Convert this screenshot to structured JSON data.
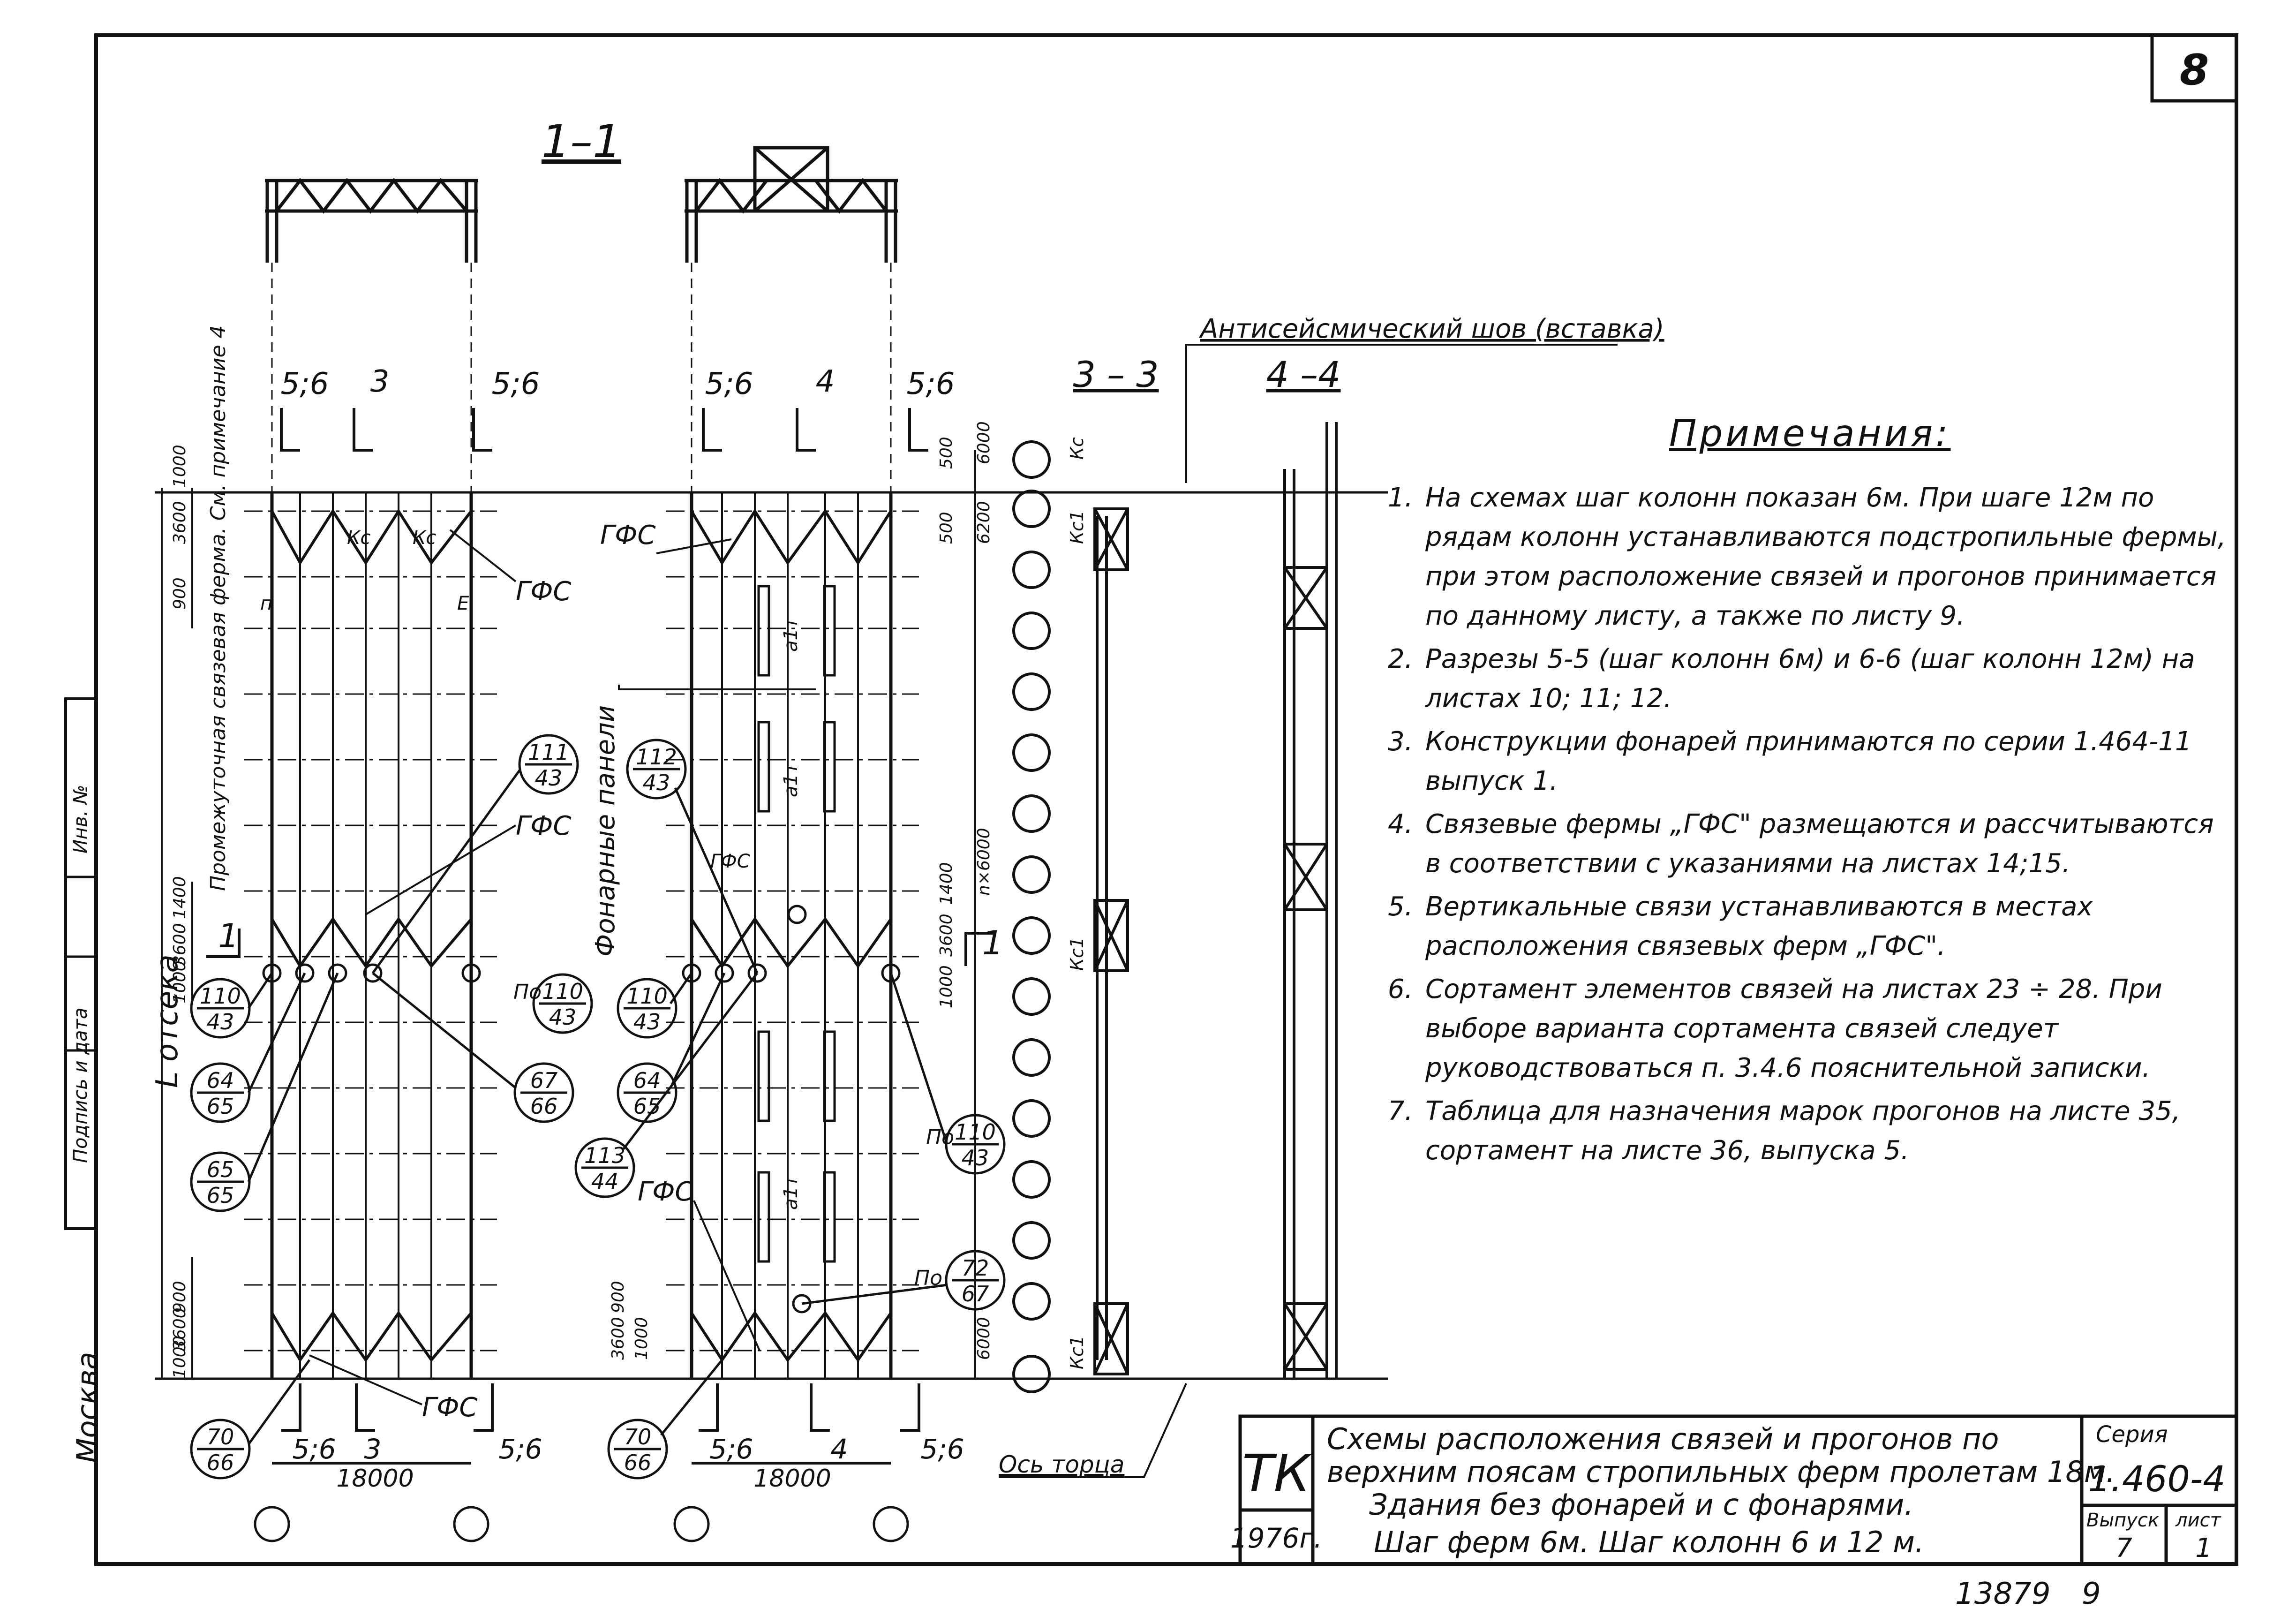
{
  "sheet": {
    "page_no": "8",
    "bottom_number": "13879",
    "bottom_page": "9",
    "city": "Москва",
    "stamp": "ТК",
    "year": "1976г."
  },
  "sections": {
    "s11": "1–1",
    "s33": "3 – 3",
    "s44": "4 –4",
    "seismic_joint": "Антисейсмический шов (вставка)",
    "end_axis": "Ось торца"
  },
  "left_scheme": {
    "cut_left": "5;6",
    "cut_mid": "3",
    "cut_right": "5;6",
    "span": "18000",
    "gfs": "ГФС",
    "compartment": "L отсека",
    "intermediate": "Промежуточная связевая ферма. См. примечание 4",
    "dims_top": [
      "1000",
      "3600",
      "900"
    ],
    "dims_mid": [
      "1400",
      "3600",
      "1000"
    ],
    "dims_bot": [
      "900",
      "3600",
      "1000"
    ],
    "callouts": [
      {
        "top": "110",
        "bot": "43"
      },
      {
        "top": "64",
        "bot": "65"
      },
      {
        "top": "65",
        "bot": "65"
      },
      {
        "top": "70",
        "bot": "66"
      },
      {
        "top": "111",
        "bot": "43"
      },
      {
        "top": "110",
        "bot": "43"
      },
      {
        "top": "67",
        "bot": "66"
      }
    ],
    "po": "По",
    "marks": [
      "п",
      "Кс",
      "Кс",
      "Е"
    ]
  },
  "right_scheme": {
    "cut_left": "5;6",
    "cut_mid": "4",
    "cut_right": "5;6",
    "span": "18000",
    "gfs": "ГФС",
    "lantern": "Фонарные панели",
    "dims_right": [
      "500",
      "6000",
      "500",
      "6200",
      "n×6000",
      "1400",
      "3600",
      "1000",
      "6000"
    ],
    "dims_left": [
      "900",
      "3600",
      "1000"
    ],
    "callouts": [
      {
        "top": "112",
        "bot": "43"
      },
      {
        "top": "110",
        "bot": "43"
      },
      {
        "top": "64",
        "bot": "65"
      },
      {
        "top": "113",
        "bot": "44"
      },
      {
        "top": "70",
        "bot": "66"
      },
      {
        "top": "110",
        "bot": "43"
      },
      {
        "top": "72",
        "bot": "67"
      }
    ],
    "po": "По",
    "marks": [
      "а1т",
      "а1т",
      "а1т"
    ]
  },
  "column_marks": [
    "Кс",
    "Кс1",
    "Кс1",
    "Кс1"
  ],
  "notes": {
    "title": "Примечания:",
    "items": [
      {
        "n": "1.",
        "text": "На схемах шаг колонн показан 6м. При шаге 12м по рядам колонн устанавливаются подстропильные фермы, при этом расположение связей и прогонов принимается по данному листу, а также по листу 9."
      },
      {
        "n": "2.",
        "text": "Разрезы 5-5 (шаг колонн 6м) и 6-6 (шаг колонн 12м) на листах 10; 11; 12."
      },
      {
        "n": "3.",
        "text": "Конструкции фонарей принимаются по серии 1.464-11 выпуск 1."
      },
      {
        "n": "4.",
        "text": "Связевые фермы „ГФС\" размещаются и рассчитываются в соответствии с указаниями на листах 14;15."
      },
      {
        "n": "5.",
        "text": "Вертикальные связи устанавливаются в местах расположения связевых ферм „ГФС\"."
      },
      {
        "n": "6.",
        "text": "Сортамент элементов связей на листах 23 ÷ 28. При выборе варианта сортамента связей следует руководствоваться п. 3.4.6 пояснительной записки."
      },
      {
        "n": "7.",
        "text": "Таблица для назначения марок прогонов на листе 35, сортамент на листе 36, выпуска 5."
      }
    ]
  },
  "title_block": {
    "line1": "Схемы расположения связей и прогонов по",
    "line2": "верхним поясам стропильных ферм пролетам 18м.",
    "line3": "Здания без фонарей и с фонарями.",
    "line4": "Шаг ферм 6м. Шаг колонн 6 и 12 м.",
    "series_label": "Серия",
    "series": "1.460-4",
    "issue_label": "Выпуск",
    "issue": "7",
    "sheet_label": "лист",
    "sheet": "1"
  },
  "side_strip": [
    "Инв. №",
    "Подпись и дата"
  ]
}
